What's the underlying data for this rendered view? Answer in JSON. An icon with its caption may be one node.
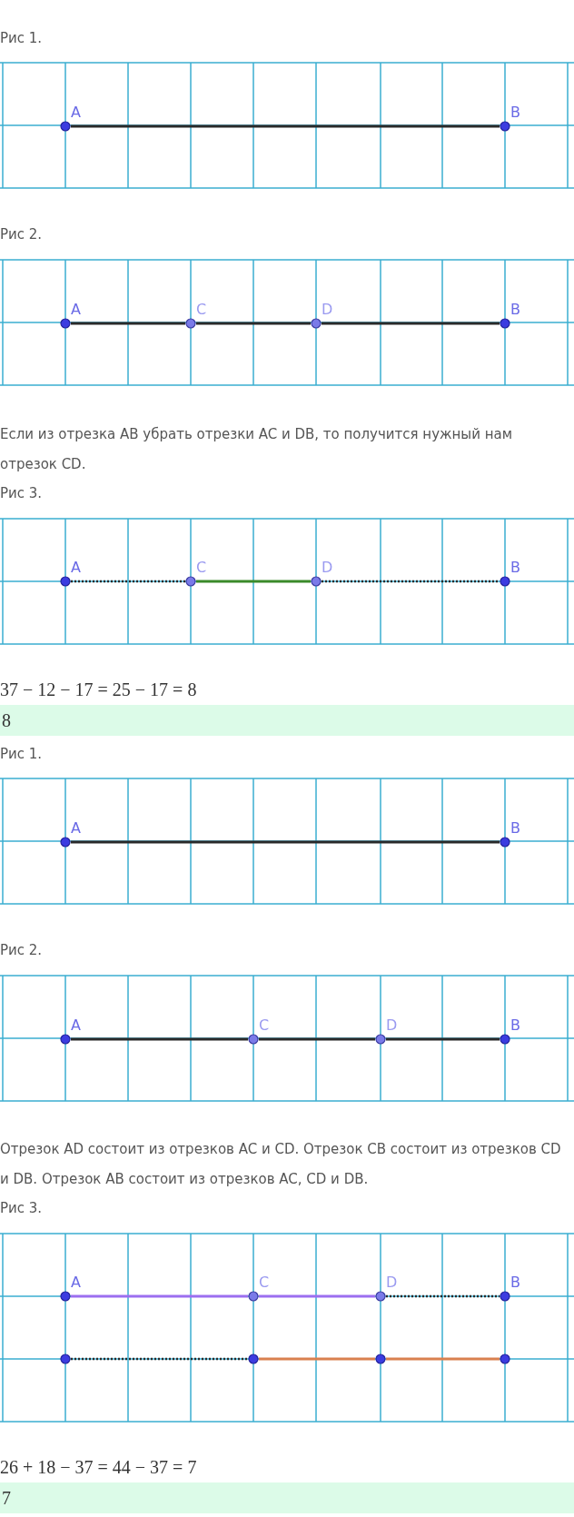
{
  "diagram": {
    "nodes": [
      {
        "text": [
          "A"
        ]
      },
      {
        "text": [
          "B"
        ]
      },
      {
        "text": [
          "A"
        ]
      },
      {
        "text": [
          "C"
        ]
      },
      {
        "text": [
          "D"
        ]
      },
      {
        "text": [
          "B"
        ]
      },
      {
        "text": [
          "A"
        ]
      },
      {
        "text": [
          "C"
        ]
      },
      {
        "text": [
          "D"
        ]
      },
      {
        "text": [
          "B"
        ]
      },
      {
        "text": [
          "A"
        ]
      },
      {
        "text": [
          "B"
        ]
      },
      {
        "text": [
          "A"
        ]
      },
      {
        "text": [
          "C"
        ]
      },
      {
        "text": [
          "D"
        ]
      },
      {
        "text": [
          "B"
        ]
      },
      {
        "text": [
          "A"
        ]
      },
      {
        "text": [
          "C"
        ]
      },
      {
        "text": [
          "D"
        ]
      },
      {
        "text": [
          "B"
        ]
      },
      {
        "text": [],
        "shape": "circle"
      },
      {
        "text": [],
        "shape": "circle"
      },
      {
        "text": [],
        "shape": "circle"
      },
      {
        "text": [],
        "shape": "circle"
      }
    ],
    "edges": [
      {
        "from": 0,
        "to": 1,
        "arrow": "none"
      },
      {
        "from": 2,
        "to": 3,
        "arrow": "none"
      },
      {
        "from": 3,
        "to": 4,
        "arrow": "none"
      },
      {
        "from": 4,
        "to": 5,
        "arrow": "none"
      },
      {
        "from": 6,
        "to": 7,
        "arrow": "none",
        "style": "dashed"
      },
      {
        "from": 7,
        "to": 8,
        "arrow": "none",
        "color": "#3a8a2a"
      },
      {
        "from": 8,
        "to": 9,
        "arrow": "none",
        "style": "dashed"
      },
      {
        "from": 10,
        "to": 11,
        "arrow": "none"
      },
      {
        "from": 12,
        "to": 13,
        "arrow": "none"
      },
      {
        "from": 13,
        "to": 14,
        "arrow": "none"
      },
      {
        "from": 14,
        "to": 15,
        "arrow": "none"
      },
      {
        "from": 16,
        "to": 17,
        "arrow": "none",
        "color": "#9b6ef0"
      },
      {
        "from": 17,
        "to": 18,
        "arrow": "none",
        "color": "#9b6ef0"
      },
      {
        "from": 18,
        "to": 19,
        "arrow": "none",
        "style": "dashed"
      },
      {
        "from": 20,
        "to": 21,
        "arrow": "none",
        "style": "dashed"
      },
      {
        "from": 21,
        "to": 22,
        "arrow": "none",
        "color": "#d9804f"
      },
      {
        "from": 22,
        "to": 23,
        "arrow": "none",
        "color": "#d9804f"
      }
    ],
    "labels": [
      "Рис 1.",
      "Рис 2.",
      "Если из отрезка AB убрать отрезки AC и DB, то получится нужный нам отрезок CD.",
      "Рис 3.",
      "37 − 12 − 17 = 25 − 17 = 8",
      "8",
      "Рис 1.",
      "Рис 2.",
      "Отрезок AD состоит из отрезков AC и CD. Отрезок CB состоит из отрезков CD и DB. Отрезок AB состоит из отрезков AC, CD и DB.",
      "Рис 3.",
      "26 + 18 − 37 = 44 − 37 = 7",
      "7"
    ]
  }
}
